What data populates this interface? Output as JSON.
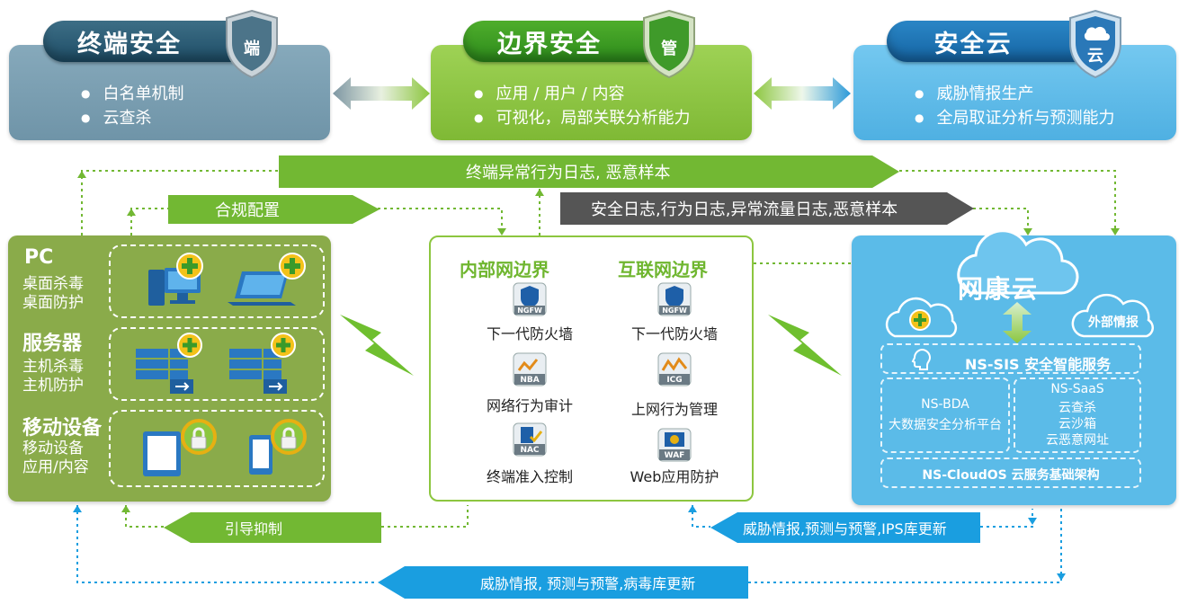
{
  "top": {
    "endpoint": {
      "title": "终端安全",
      "badge": "端",
      "bullets": [
        "白名单机制",
        "云查杀"
      ]
    },
    "boundary": {
      "title": "边界安全",
      "badge": "管",
      "bullets": [
        "应用 / 用户 / 内容",
        "可视化，局部关联分析能力"
      ]
    },
    "cloud": {
      "title": "安全云",
      "badge": "云",
      "bullets": [
        "威胁情报生产",
        "全局取证分析与预测能力"
      ]
    }
  },
  "arrows": {
    "endpoint_logs": "终端异常行为日志, 恶意样本",
    "compliance": "合规配置",
    "security_logs": "安全日志,行为日志,异常流量日志,恶意样本",
    "guide": "引导抑制",
    "threat_ips": "威胁情报,预测与预警,IPS库更新",
    "threat_virus": "威胁情报, 预测与预警,病毒库更新"
  },
  "left": {
    "pc": {
      "title": "PC",
      "lines": [
        "桌面杀毒",
        "桌面防护"
      ]
    },
    "server": {
      "title": "服务器",
      "lines": [
        "主机杀毒",
        "主机防护"
      ]
    },
    "mobile": {
      "title": "移动设备",
      "lines": [
        "移动设备",
        "应用/内容"
      ]
    }
  },
  "middle": {
    "internal_title": "内部网边界",
    "internet_title": "互联网边界",
    "internal": [
      {
        "tag": "NGFW",
        "label": "下一代防火墙"
      },
      {
        "tag": "NBA",
        "label": "网络行为审计"
      },
      {
        "tag": "NAC",
        "label": "终端准入控制"
      }
    ],
    "internet": [
      {
        "tag": "NGFW",
        "label": "下一代防火墙"
      },
      {
        "tag": "ICG",
        "label": "上网行为管理"
      },
      {
        "tag": "WAF",
        "label": "Web应用防护"
      }
    ]
  },
  "right": {
    "cloud_name": "网康云",
    "external": "外部情报",
    "sis": "NS-SIS  安全智能服务",
    "bda_title": "NS-BDA",
    "bda_desc": "大数据安全分析平台",
    "saas_title": "NS-SaaS",
    "saas_items": [
      "云查杀",
      "云沙箱",
      "云恶意网址"
    ],
    "cloudos": "NS-CloudOS  云服务基础架构"
  },
  "colors": {
    "endpoint_card": "#7b9fb3",
    "boundary_card": "#8cc63f",
    "cloud_card": "#5bbbe8",
    "left_panel": "#8aab4a",
    "green_arrow": "#72b833",
    "dark_arrow": "#555555",
    "blue_arrow": "#1a9ee0"
  }
}
